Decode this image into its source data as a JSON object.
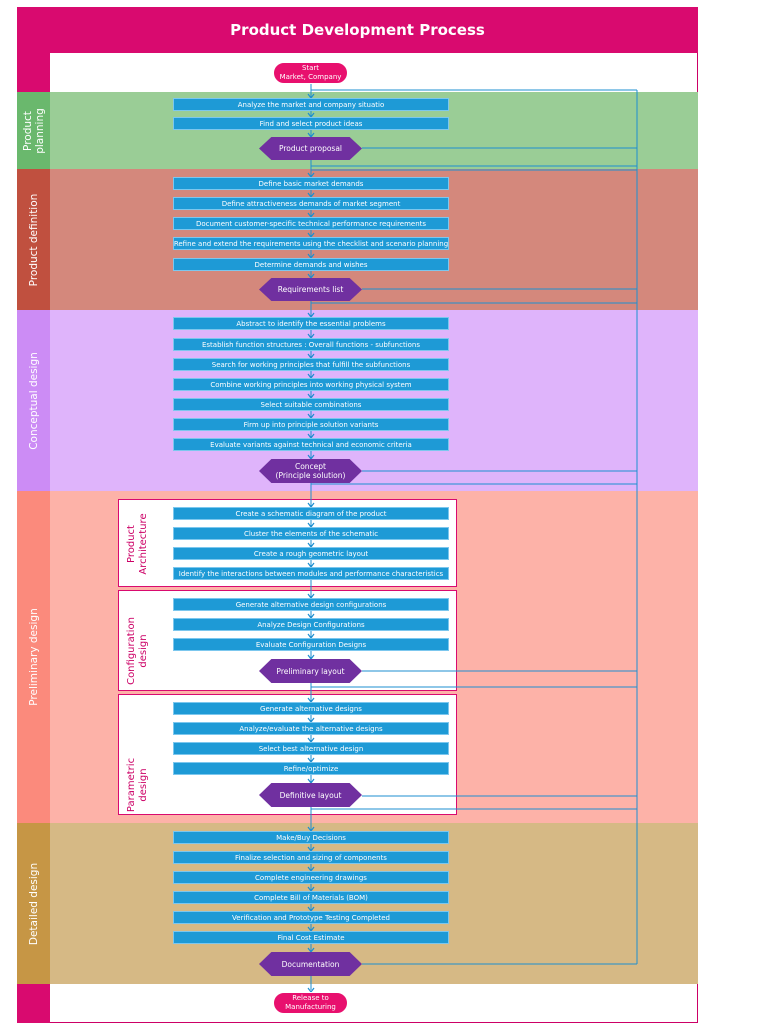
{
  "title": "Product Development Process",
  "start": {
    "line1": "Start",
    "line2": "Market, Company"
  },
  "end": {
    "line1": "Release to",
    "line2": "Manufacturing"
  },
  "lanes": {
    "planning": {
      "label_1": "Product",
      "label_2": "planning",
      "color": "#9acd96",
      "head_color": "#6ab86d"
    },
    "definition": {
      "label": "Product definition",
      "color": "#d4887c",
      "head_color": "#c0503f"
    },
    "conceptual": {
      "label": "Conceptual design",
      "color": "#dfb4fb",
      "head_color": "#cc8cf5"
    },
    "preliminary": {
      "label": "Preliminary design",
      "color": "#fdb2a8",
      "head_color": "#fb8a7c"
    },
    "detailed": {
      "label": "Detailed design",
      "color": "#d6b985",
      "head_color": "#c69645"
    }
  },
  "planning_steps": [
    "Analyze the market and company situatio",
    "Find and select product ideas"
  ],
  "planning_output": "Product proposal",
  "definition_steps": [
    "Define basic market demands",
    "Define attractiveness demands of market segment",
    "Document customer-specific technical performance requirements",
    "Refine and extend the requirements using the checklist and scenario planning",
    "Determine demands and wishes"
  ],
  "definition_output": "Requirements list",
  "conceptual_steps": [
    "Abstract to identify the essential problems",
    "Establish function structures : Overall functions - subfunctions",
    "Search for working principles that fulfill the subfunctions",
    "Combine working principles into working physical system",
    "Select suitable combinations",
    "Firm up into principle solution variants",
    "Evaluate variants against technical and economic criteria"
  ],
  "conceptual_output": {
    "line1": "Concept",
    "line2": "(Principle solution)"
  },
  "architecture": {
    "label_1": "Product",
    "label_2": "Architecture",
    "steps": [
      "Create a schematic diagram of the product",
      "Cluster the elements of the schematic",
      "Create a rough geometric layout",
      "Identify the interactions between modules and performance characteristics"
    ]
  },
  "configuration": {
    "label_1": "Configuration",
    "label_2": "design",
    "steps": [
      "Generate alternative design configurations",
      "Analyze Design Configurations",
      "Evaluate Configuration Designs"
    ],
    "output": "Preliminary layout"
  },
  "parametric": {
    "label_1": "Parametric",
    "label_2": "design",
    "steps": [
      "Generate alternative designs",
      "Analyze/evaluate the alternative designs",
      "Select best alternative design",
      "Refine/optimize"
    ],
    "output": "Definitive layout"
  },
  "detailed_steps": [
    "Make/Buy Decisions",
    "Finalize selection and sizing of components",
    "Complete engineering drawings",
    "Complete Bill of Materials (BOM)",
    "Verification and Prototype Testing Completed",
    "Final Cost Estimate"
  ],
  "detailed_output": "Documentation",
  "colors": {
    "title": "#d90a6f",
    "step": "#1e9ad6",
    "hex": "#7030a0",
    "terminal": "#e8106e",
    "line": "#1e8fd0"
  }
}
